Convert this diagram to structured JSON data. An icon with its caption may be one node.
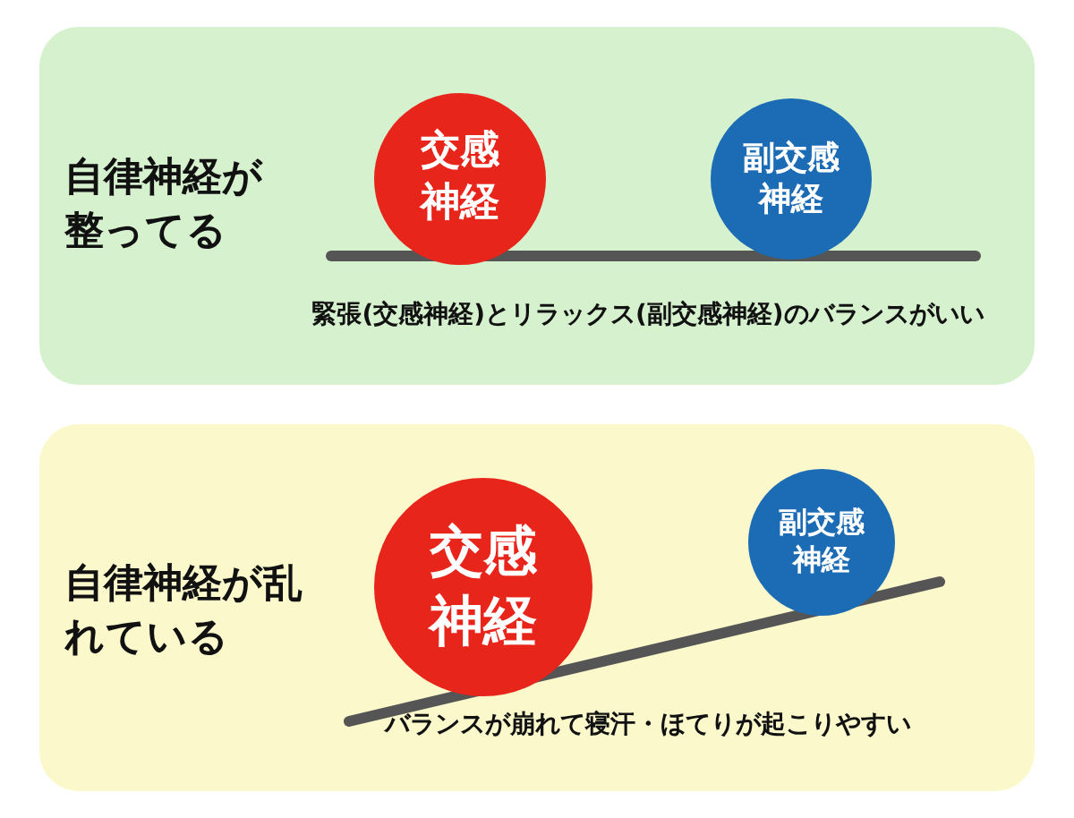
{
  "diagram": {
    "nodes": [
      {
        "text": [
          "自律神経が整ってる",
          "緊張(交感神経)とリラックス(副交感神経)のバランスがいい"
        ]
      },
      {
        "text": [
          "交感神経"
        ],
        "in": 0
      },
      {
        "text": [
          "副交感神経"
        ],
        "in": 0
      },
      {
        "text": [
          "自律神経が乱れている",
          "バランスが崩れて寝汗・ほてりが起こりやすい"
        ]
      },
      {
        "text": [
          "交感神経"
        ],
        "in": 3
      },
      {
        "text": [
          "副交感神経"
        ],
        "in": 3
      }
    ],
    "edges": []
  }
}
